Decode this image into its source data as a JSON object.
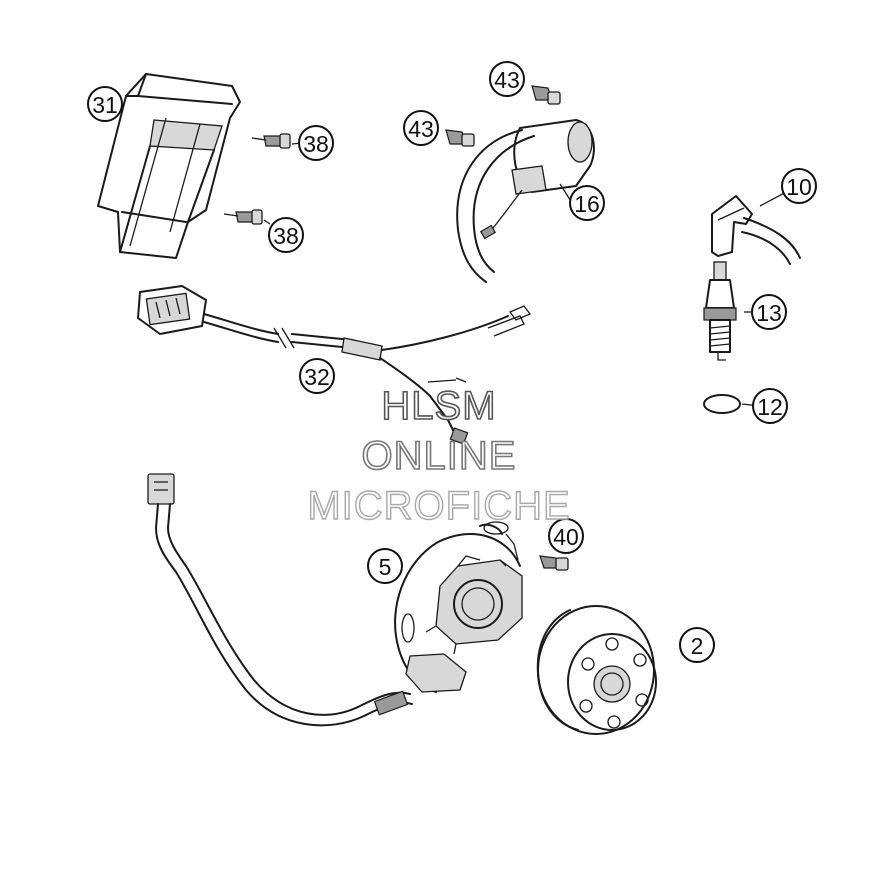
{
  "callouts": [
    {
      "id": "c31",
      "label": "31"
    },
    {
      "id": "c38a",
      "label": "38"
    },
    {
      "id": "c38b",
      "label": "38"
    },
    {
      "id": "c43a",
      "label": "43"
    },
    {
      "id": "c43b",
      "label": "43"
    },
    {
      "id": "c16",
      "label": "16"
    },
    {
      "id": "c10",
      "label": "10"
    },
    {
      "id": "c13",
      "label": "13"
    },
    {
      "id": "c12",
      "label": "12"
    },
    {
      "id": "c32",
      "label": "32"
    },
    {
      "id": "c40",
      "label": "40"
    },
    {
      "id": "c5",
      "label": "5"
    },
    {
      "id": "c2",
      "label": "2"
    }
  ],
  "watermark": {
    "line1": "HLSM",
    "line2": "ONLINE",
    "line3": "MICROFICHE"
  }
}
